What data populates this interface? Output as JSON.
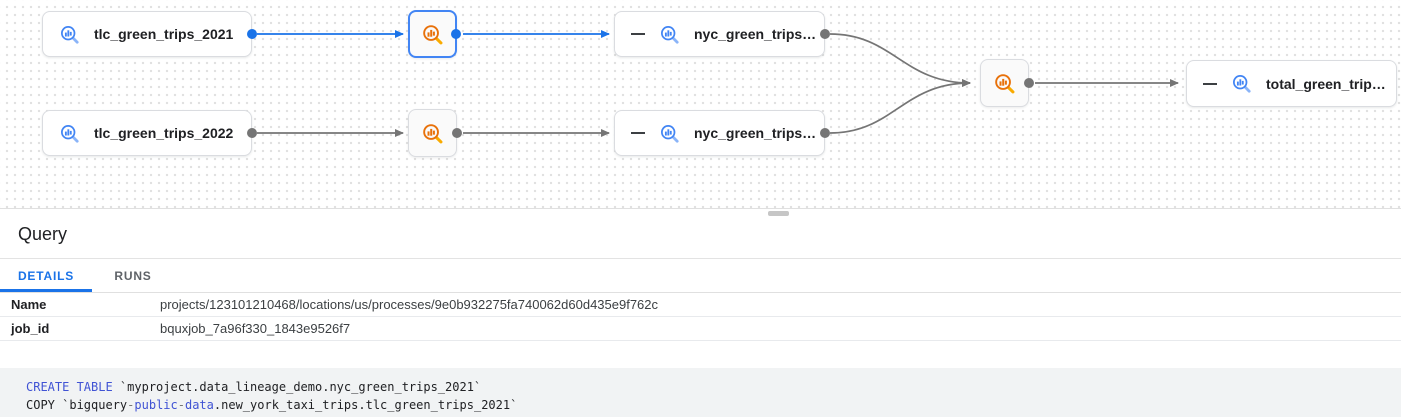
{
  "graph": {
    "nodes": {
      "tlc2021": {
        "label": "tlc_green_trips_2021",
        "icon": "bigquery-table-icon"
      },
      "tlc2022": {
        "label": "tlc_green_trips_2022",
        "icon": "bigquery-table-icon"
      },
      "nyc2021": {
        "label": "nyc_green_trips…",
        "icon": "bigquery-table-icon",
        "collapse": "minus-icon"
      },
      "nyc2022": {
        "label": "nyc_green_trips…",
        "icon": "bigquery-table-icon",
        "collapse": "minus-icon"
      },
      "total": {
        "label": "total_green_trip…",
        "icon": "bigquery-table-icon",
        "collapse": "minus-icon"
      },
      "process": {
        "icon": "bigquery-process-icon"
      }
    },
    "colors": {
      "selected_edge": "#1a73e8",
      "edge": "#757575",
      "selected_border": "#4285f4",
      "table_icon": "#4285f4",
      "process_icon": "#e8710a"
    }
  },
  "panel": {
    "title": "Query",
    "tabs": [
      {
        "label": "DETAILS",
        "active": true
      },
      {
        "label": "RUNS",
        "active": false
      }
    ],
    "rows": [
      {
        "key": "Name",
        "value": "projects/123101210468/locations/us/processes/9e0b932275fa740062d60d435e9f762c"
      },
      {
        "key": "job_id",
        "value": "bquxjob_7a96f330_1843e9526f7"
      }
    ]
  },
  "code": {
    "keyword_color": "#4053d4",
    "line1": {
      "kw": "CREATE TABLE",
      "rest": " `myproject.data_lineage_demo.nyc_green_trips_2021`"
    },
    "line2": {
      "t1": "COPY `bigquery",
      "h1": "-",
      "kw1": "public",
      "h2": "-",
      "kw2": "data",
      "rest": ".new_york_taxi_trips.tlc_green_trips_2021`"
    }
  }
}
